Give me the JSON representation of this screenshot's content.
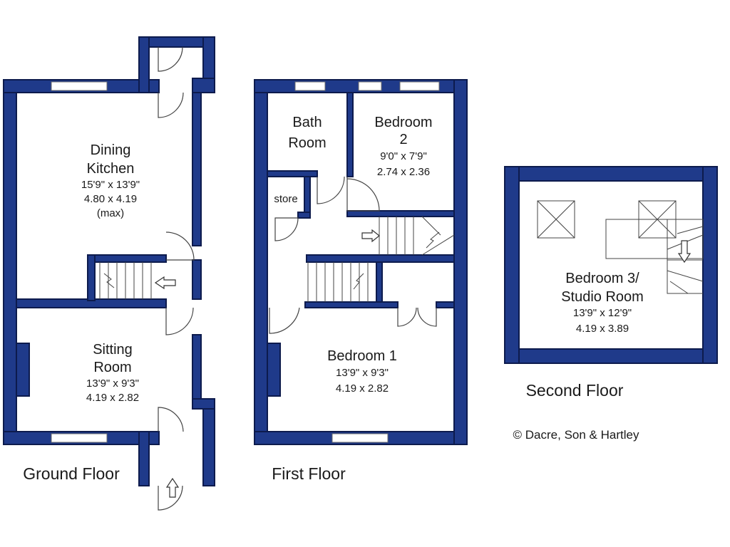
{
  "ground_floor": {
    "label": "Ground Floor",
    "dining_kitchen": {
      "name_line1": "Dining",
      "name_line2": "Kitchen",
      "imperial": "15'9\" x 13'9\"",
      "metric": "4.80 x 4.19",
      "note": "(max)"
    },
    "sitting_room": {
      "name_line1": "Sitting",
      "name_line2": "Room",
      "imperial": "13'9\" x 9'3\"",
      "metric": "4.19 x 2.82"
    }
  },
  "first_floor": {
    "label": "First Floor",
    "bath_room": {
      "name_line1": "Bath",
      "name_line2": "Room"
    },
    "bedroom_2": {
      "name_line1": "Bedroom",
      "name_line2": "2",
      "imperial": "9'0\" x 7'9\"",
      "metric": "2.74 x 2.36"
    },
    "store": {
      "name": "store"
    },
    "bedroom_1": {
      "name": "Bedroom 1",
      "imperial": "13'9\" x 9'3\"",
      "metric": "4.19 x 2.82"
    }
  },
  "second_floor": {
    "label": "Second Floor",
    "bedroom_3": {
      "name_line1": "Bedroom 3/",
      "name_line2": "Studio Room",
      "imperial": "13'9\" x 12'9\"",
      "metric": "4.19 x 3.89"
    }
  },
  "copyright": "© Dacre, Son & Hartley",
  "colors": {
    "wall": "#1f3a8a",
    "wall_outline": "#0d1b4d",
    "background": "#ffffff"
  }
}
